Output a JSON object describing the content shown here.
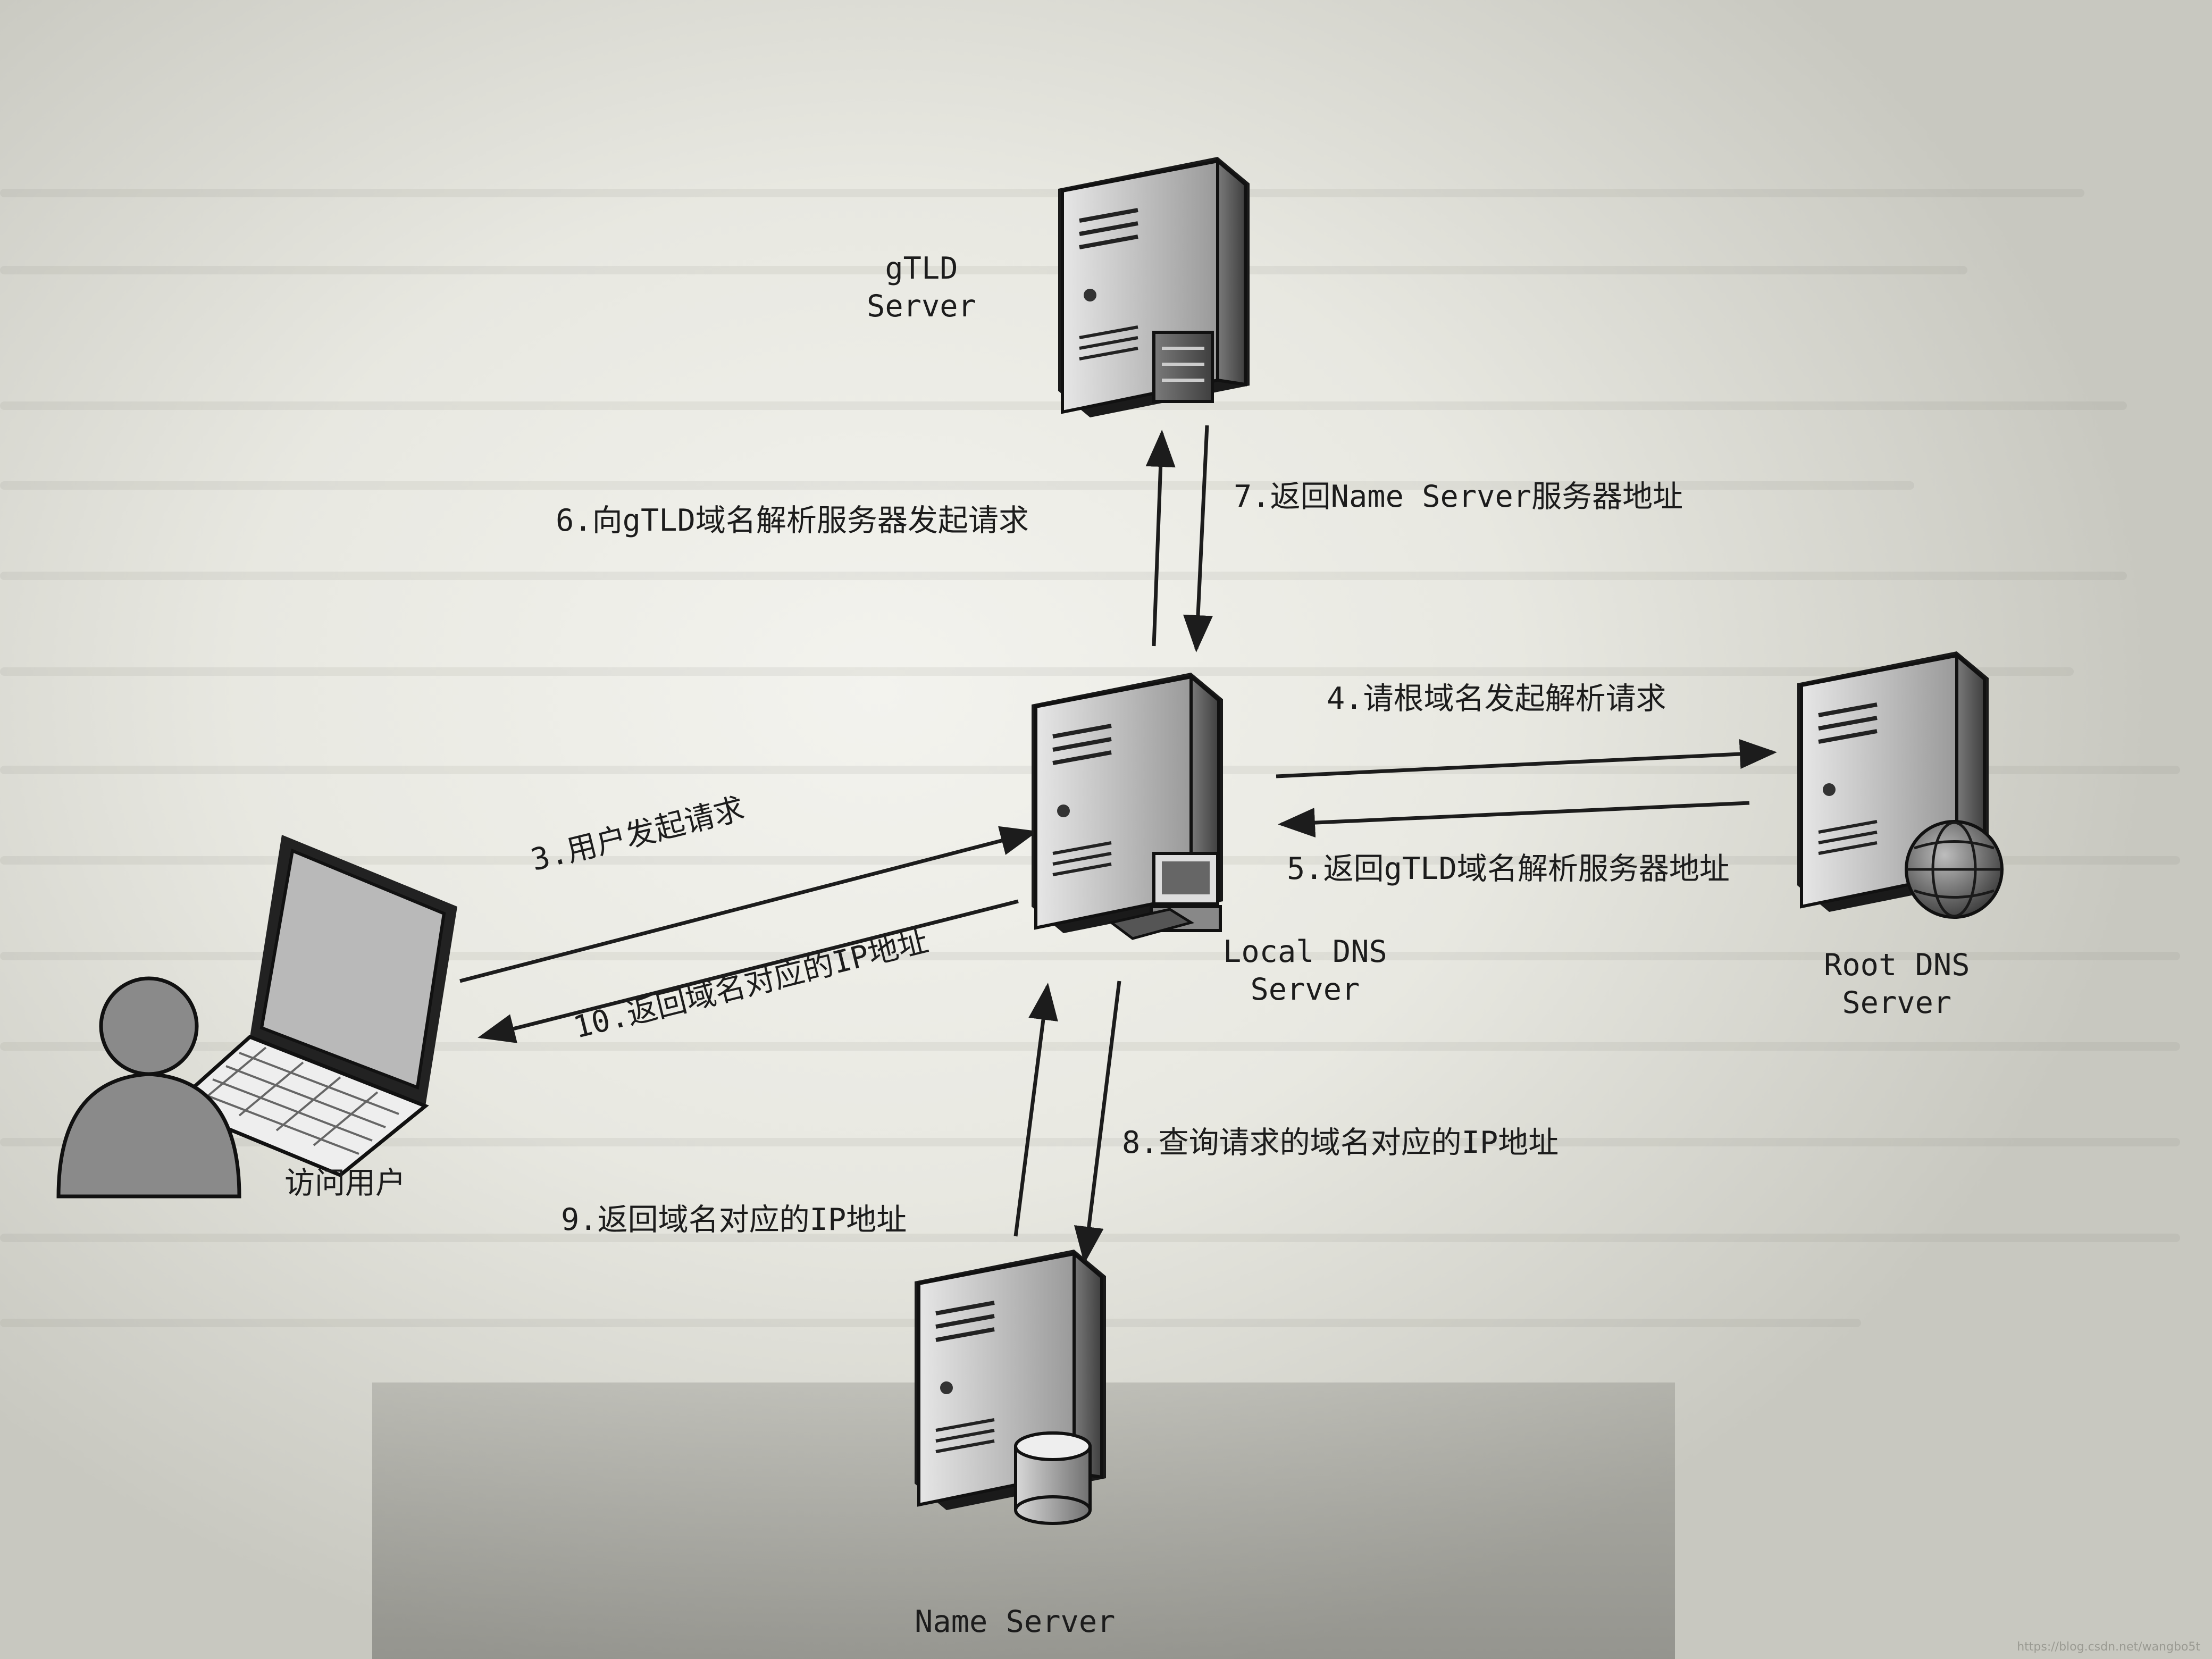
{
  "nodes": {
    "gtld": [
      "gTLD",
      "Server"
    ],
    "local": [
      "Local DNS",
      "Server"
    ],
    "root": [
      "Root DNS",
      "Server"
    ],
    "name": [
      "Name Server"
    ],
    "user": [
      "访问用户"
    ]
  },
  "edges": {
    "e3": "3.用户发起请求",
    "e4": "4.请根域名发起解析请求",
    "e5": "5.返回gTLD域名解析服务器地址",
    "e6": "6.向gTLD域名解析服务器发起请求",
    "e7": "7.返回Name Server服务器地址",
    "e8": "8.查询请求的域名对应的IP地址",
    "e9": "9.返回域名对应的IP地址",
    "e10": "10.返回域名对应的IP地址"
  },
  "watermark": "https://blog.csdn.net/wangbo5t"
}
